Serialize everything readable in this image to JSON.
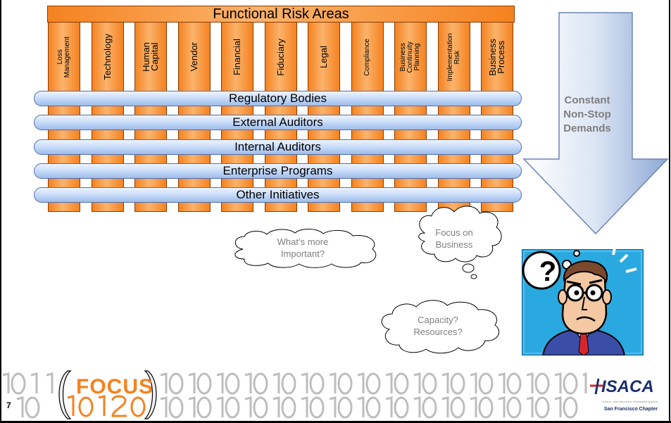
{
  "title": "Functional Risk Areas",
  "columns": [
    {
      "label": "Loss\nManagement",
      "small": true
    },
    {
      "label": "Technology",
      "small": false
    },
    {
      "label": "Human\nCapital",
      "small": false
    },
    {
      "label": "Vendor",
      "small": false
    },
    {
      "label": "Financial",
      "small": false
    },
    {
      "label": "Fiduciary",
      "small": false
    },
    {
      "label": "Legal",
      "small": false
    },
    {
      "label": "Compliance",
      "small": true
    },
    {
      "label": "Business\nContinuity\nPlanning",
      "small": true
    },
    {
      "label": "Implementation\nRisk",
      "small": true
    },
    {
      "label": "Business\nProcess",
      "small": false
    }
  ],
  "bands": [
    "Regulatory Bodies",
    "External Auditors",
    "Internal Auditors",
    "Enterprise Programs",
    "Other Initiatives"
  ],
  "arrow_lines": [
    "Constant",
    "Non-Stop",
    "Demands"
  ],
  "clouds": {
    "important": [
      "What’s more",
      "Important?"
    ],
    "business": [
      "Focus on",
      "Business"
    ],
    "capacity": [
      "Capacity?",
      "Resources?"
    ]
  },
  "thought_symbol": "?",
  "footer": {
    "brand_text": "FOCUS",
    "page_number": "7",
    "logo_text": "ISACA",
    "logo_tagline": "Trust in, and value from, information systems",
    "logo_chapter": "San Francisco Chapter"
  },
  "colors": {
    "column_fill": "#f58220",
    "band_fill": "#c3d8f7",
    "arrow_fill": "#b7c8e6",
    "arrow_text": "#7f7f7f",
    "person_bg": "#2aa9e0",
    "brand_orange": "#f58220"
  }
}
